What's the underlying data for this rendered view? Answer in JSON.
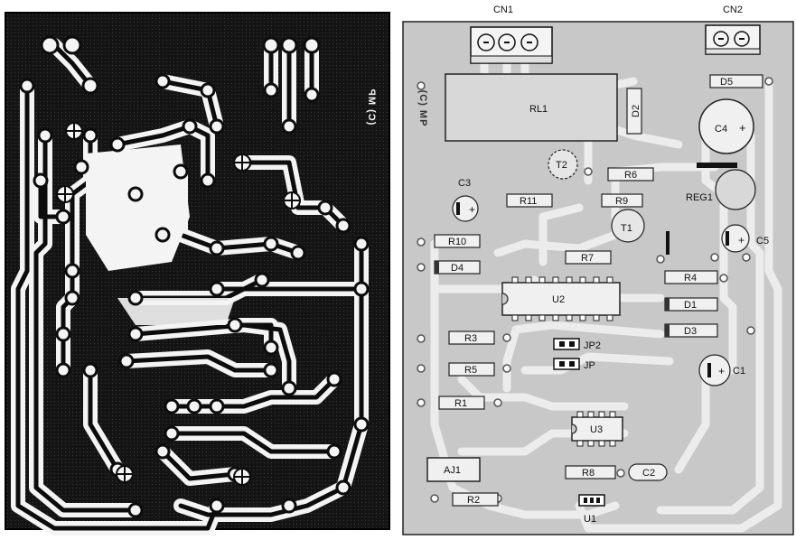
{
  "copper_side": {
    "copyright_mark": "(C) MP"
  },
  "component_side": {
    "copyright_mark": "(C) MP",
    "connectors": {
      "cn1": "CN1",
      "cn2": "CN2"
    },
    "parts": {
      "rl1": "RL1",
      "d2": "D2",
      "d5": "D5",
      "c4": "C4",
      "t2": "T2",
      "r6": "R6",
      "c3": "C3",
      "r11": "R11",
      "r9": "R9",
      "reg1": "REG1",
      "t1": "T1",
      "c5": "C5",
      "r10": "R10",
      "d4": "D4",
      "r7": "R7",
      "r4": "R4",
      "u2": "U2",
      "d1": "D1",
      "d3": "D3",
      "r3": "R3",
      "jp2": "JP2",
      "jp": "JP",
      "r5": "R5",
      "c1": "C1",
      "r1": "R1",
      "u3": "U3",
      "aj1": "AJ1",
      "r8": "R8",
      "c2": "C2",
      "r2": "R2",
      "u1": "U1"
    }
  }
}
